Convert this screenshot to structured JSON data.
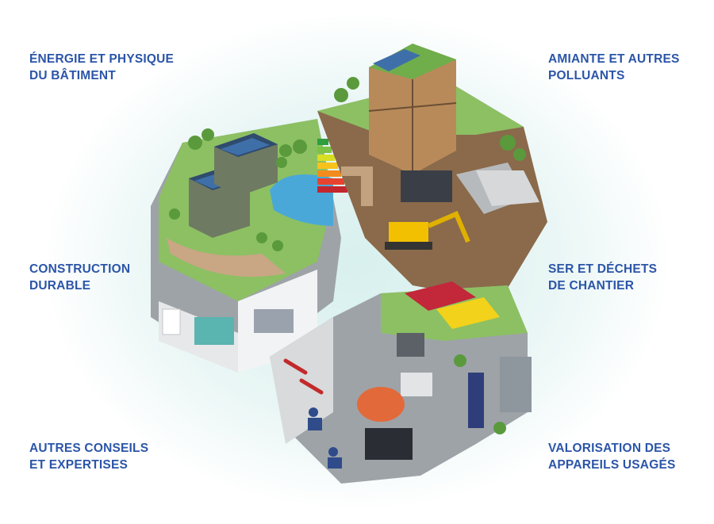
{
  "sections": {
    "energie": "ÉNERGIE ET PHYSIQUE\nDU BÂTIMENT",
    "amiante": "AMIANTE ET AUTRES\nPOLLUANTS",
    "construction": "CONSTRUCTION\nDURABLE",
    "ser": "SER ET DÉCHETS\nDE CHANTIER",
    "autres": "AUTRES CONSEILS\nET EXPERTISES",
    "valorisation": "VALORISATION DES\nAPPAREILS USAGÉS"
  },
  "colors": {
    "heading": "#2b55a8",
    "grass": "#8cc063",
    "earth": "#8a6a4b",
    "water": "#4aa8d8",
    "concrete": "#a9aeb2",
    "glow": "#d8f0ee"
  },
  "icons": [
    "solar-panel-icon",
    "tree-icon",
    "energy-label-icon",
    "crane-icon",
    "excavator-icon",
    "container-icon",
    "rubble-icon",
    "battery-rack-icon",
    "robot-arm-icon",
    "tools-icon",
    "person-icon"
  ]
}
